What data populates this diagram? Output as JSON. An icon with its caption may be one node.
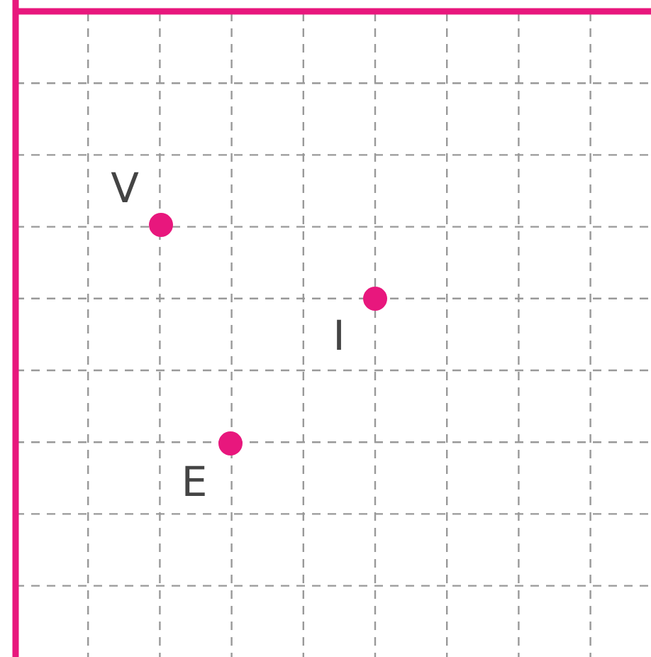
{
  "diagram": {
    "nodes": [
      {
        "text": [],
        "shape": "circle",
        "beside": [
          "V"
        ]
      },
      {
        "text": [],
        "shape": "circle",
        "beside": [
          "I"
        ]
      },
      {
        "text": [],
        "shape": "circle",
        "beside": [
          "E"
        ]
      }
    ],
    "edges": []
  }
}
